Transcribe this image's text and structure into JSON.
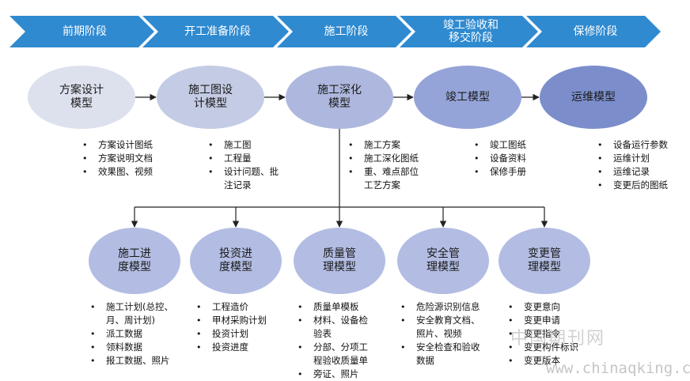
{
  "phases": [
    {
      "label": "前期阶段",
      "color": "#2f8ad0"
    },
    {
      "label": "开工准备阶段",
      "color": "#2f8ad0"
    },
    {
      "label": "施工阶段",
      "color": "#2f8ad0"
    },
    {
      "label": "竣工验收和\n移交阶段",
      "color": "#2f8ad0"
    },
    {
      "label": "保修阶段",
      "color": "#2f8ad0"
    }
  ],
  "top_models": [
    {
      "label": "方案设计\n模型",
      "color": "#dde1ee"
    },
    {
      "label": "施工图设\n计模型",
      "color": "#c4cbe4"
    },
    {
      "label": "施工深化\n模型",
      "color": "#aeb8de"
    },
    {
      "label": "竣工模型",
      "color": "#95a4d8"
    },
    {
      "label": "运维模型",
      "color": "#7b8ecb"
    }
  ],
  "top_items": [
    [
      "方案设计图纸",
      "方案说明文档",
      "效果图、视频"
    ],
    [
      "施工图",
      "工程量",
      "设计问题、批\n注记录"
    ],
    [
      "施工方案",
      "施工深化图纸",
      "重、难点部位\n工艺方案"
    ],
    [
      "竣工图纸",
      "设备资料",
      "保修手册"
    ],
    [
      "设备运行参数",
      "运维计划",
      "运维记录",
      "变更后的图纸"
    ]
  ],
  "bottom_models": [
    {
      "label": "施工进\n度模型",
      "color": "#b3bde3"
    },
    {
      "label": "投资进\n度模型",
      "color": "#b3bde3"
    },
    {
      "label": "质量管\n理模型",
      "color": "#b3bde3"
    },
    {
      "label": "安全管\n理模型",
      "color": "#b3bde3"
    },
    {
      "label": "变更管\n理模型",
      "color": "#b3bde3"
    }
  ],
  "bottom_items": [
    [
      "施工计划(总控、\n月、周计划)",
      "派工数据",
      "领料数据",
      "报工数据、照片"
    ],
    [
      "工程造价",
      "甲材采购计划",
      "投资计划",
      "投资进度"
    ],
    [
      "质量单模板",
      "材料、设备检\n验表",
      "分部、分项工\n程验收质量单",
      "旁证、照片"
    ],
    [
      "危险源识别信息",
      "安全教育文档、\n照片、视频",
      "安全检查和验收\n数据"
    ],
    [
      "变更意向",
      "变更申请",
      "变更指令",
      "变更构件标识",
      "变更版本"
    ]
  ],
  "watermark": {
    "line1": "中国期刊网",
    "line2": "www.chinaqking.com"
  }
}
